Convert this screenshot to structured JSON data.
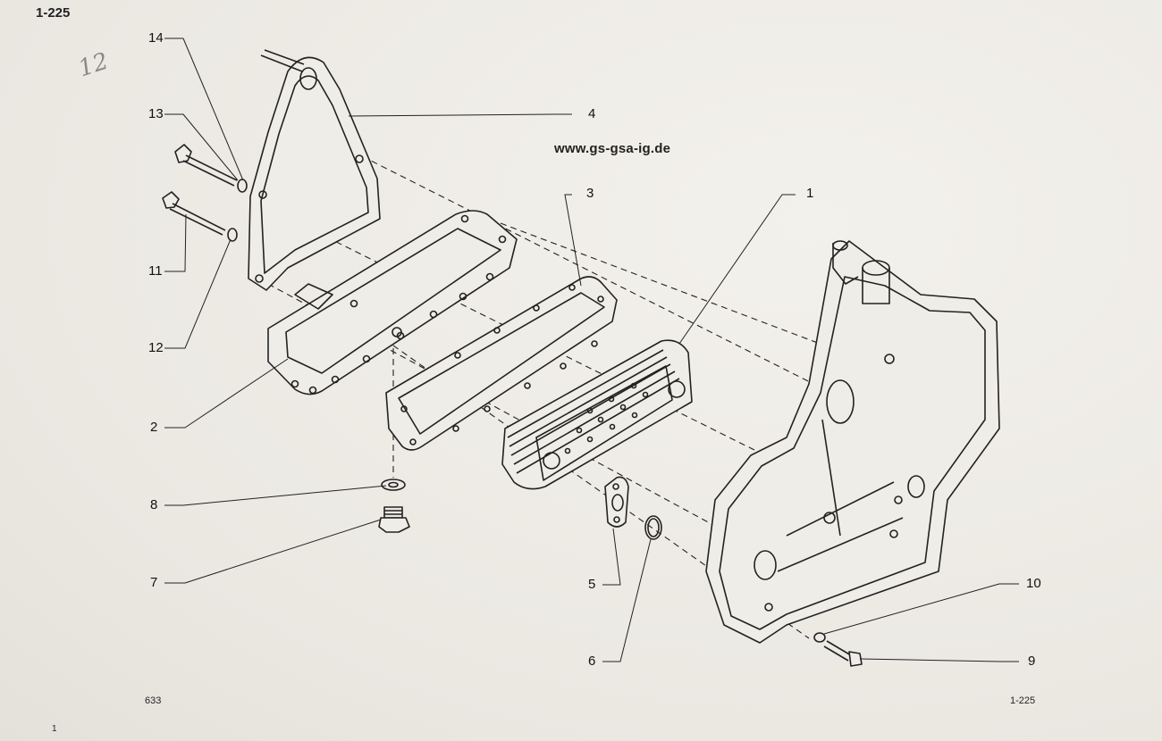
{
  "header": {
    "page_code": "1-225",
    "handwritten_note": "12"
  },
  "watermark": {
    "website": "www.gs-gsa-ig.de"
  },
  "callouts": {
    "c1": "1",
    "c2": "2",
    "c3": "3",
    "c4": "4",
    "c5": "5",
    "c6": "6",
    "c7": "7",
    "c8": "8",
    "c9": "9",
    "c10": "10",
    "c11": "11",
    "c12": "12",
    "c13": "13",
    "c14": "14"
  },
  "footer": {
    "left_number": "633",
    "right_code": "1-225",
    "margin_number": "1"
  },
  "colors": {
    "paper": "#efede8",
    "ink": "#222222"
  }
}
